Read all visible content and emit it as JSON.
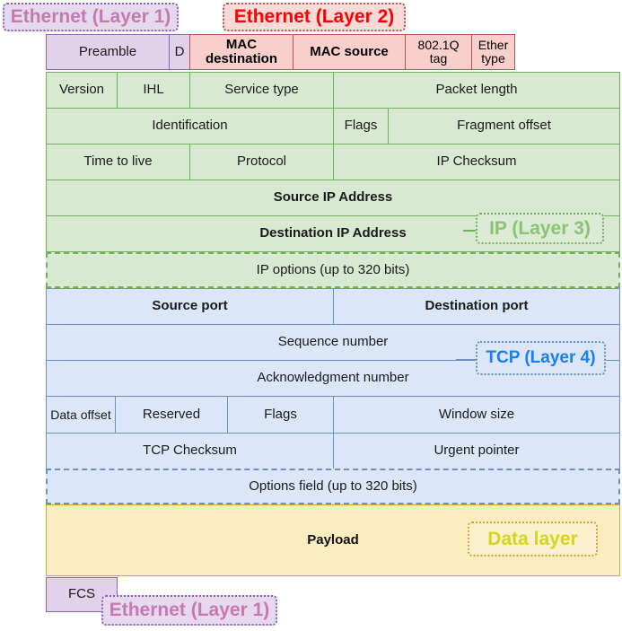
{
  "diagram": {
    "title": "TCP/IP packet structure over Ethernet",
    "colors": {
      "ethernet_l1_fill": "#e0d2ea",
      "ethernet_l1_border": "#8d63ab",
      "ethernet_l1_text": "#c47ab0",
      "ethernet_l2_fill": "#f8cfcb",
      "ethernet_l2_border": "#c0504d",
      "ethernet_l2_text": "#ff0000",
      "ip_fill": "#d8e9d1",
      "ip_border": "#77ad62",
      "ip_text": "#8cc278",
      "tcp_fill": "#dbe6f8",
      "tcp_border": "#6d8fc2",
      "tcp_text": "#1a7ff0",
      "payload_fill": "#fcedc1",
      "payload_border": "#cfa72b",
      "payload_text": "#d6d321"
    }
  },
  "labels": {
    "ethernet_layer1_top": "Ethernet (Layer 1)",
    "ethernet_layer2": "Ethernet (Layer 2)",
    "ip_layer3": "IP (Layer 3)",
    "tcp_layer4": "TCP (Layer 4)",
    "data_layer": "Data layer",
    "ethernet_layer1_bottom": "Ethernet (Layer 1)"
  },
  "ethernet_header": {
    "fields": [
      {
        "name": "preamble",
        "label": "Preamble"
      },
      {
        "name": "sfd",
        "label": "D"
      },
      {
        "name": "mac-destination",
        "label": "MAC destination"
      },
      {
        "name": "mac-source",
        "label": "MAC source"
      },
      {
        "name": "vlan-tag",
        "label": "802.1Q tag"
      },
      {
        "name": "ethertype",
        "label": "Ether type"
      }
    ]
  },
  "ip_header": {
    "rows": [
      {
        "cells": [
          {
            "name": "version",
            "label": "Version"
          },
          {
            "name": "ihl",
            "label": "IHL"
          },
          {
            "name": "service-type",
            "label": "Service type"
          },
          {
            "name": "packet-length",
            "label": "Packet length"
          }
        ]
      },
      {
        "cells": [
          {
            "name": "identification",
            "label": "Identification"
          },
          {
            "name": "flags",
            "label": "Flags"
          },
          {
            "name": "fragment-offset",
            "label": "Fragment offset"
          }
        ]
      },
      {
        "cells": [
          {
            "name": "time-to-live",
            "label": "Time to live"
          },
          {
            "name": "protocol",
            "label": "Protocol"
          },
          {
            "name": "ip-checksum",
            "label": "IP Checksum"
          }
        ]
      },
      {
        "cells": [
          {
            "name": "source-ip-address",
            "label": "Source IP Address"
          }
        ]
      },
      {
        "cells": [
          {
            "name": "destination-ip-address",
            "label": "Destination IP Address"
          }
        ]
      },
      {
        "cells": [
          {
            "name": "ip-options",
            "label": "IP options (up to 320 bits)"
          }
        ]
      }
    ]
  },
  "tcp_header": {
    "rows": [
      {
        "cells": [
          {
            "name": "source-port",
            "label": "Source port"
          },
          {
            "name": "destination-port",
            "label": "Destination port"
          }
        ]
      },
      {
        "cells": [
          {
            "name": "sequence-number",
            "label": "Sequence number"
          }
        ]
      },
      {
        "cells": [
          {
            "name": "acknowledgment-number",
            "label": "Acknowledgment number"
          }
        ]
      },
      {
        "cells": [
          {
            "name": "data-offset",
            "label": "Data offset"
          },
          {
            "name": "reserved",
            "label": "Reserved"
          },
          {
            "name": "tcp-flags",
            "label": "Flags"
          },
          {
            "name": "window-size",
            "label": "Window size"
          }
        ]
      },
      {
        "cells": [
          {
            "name": "tcp-checksum",
            "label": "TCP Checksum"
          },
          {
            "name": "urgent-pointer",
            "label": "Urgent pointer"
          }
        ]
      },
      {
        "cells": [
          {
            "name": "tcp-options",
            "label": "Options field (up to 320 bits)"
          }
        ]
      }
    ]
  },
  "payload": {
    "label": "Payload"
  },
  "trailer": {
    "fcs_label": "FCS"
  }
}
